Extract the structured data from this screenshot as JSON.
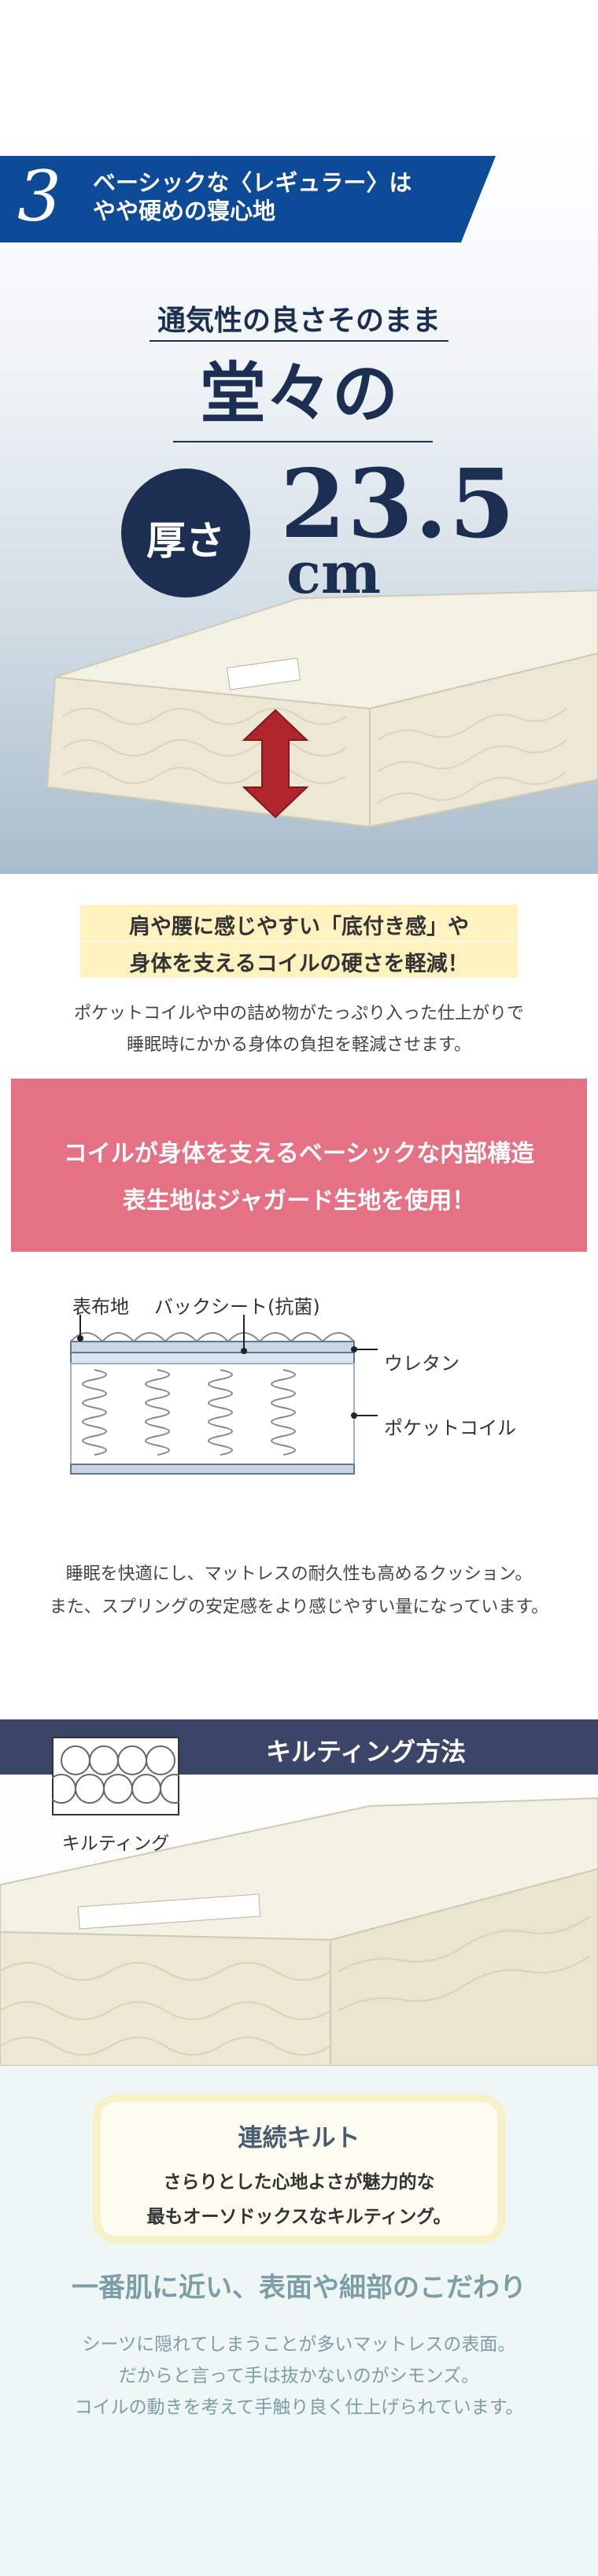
{
  "section1": {
    "number": "3",
    "title_line1": "ベーシックな〈レギュラー〉は",
    "title_line2": "やや硬めの寝心地",
    "subtitle": "通気性の良さそのまま",
    "headline": "堂々の",
    "thickness_label": "厚さ",
    "thickness_value": "23.5",
    "thickness_unit": "cm"
  },
  "section2": {
    "highlight_line1": "肩や腰に感じやすい「底付き感」や",
    "highlight_line2": "身体を支えるコイルの硬さを軽減！",
    "body_line1": "ポケットコイルや中の詰め物がたっぷり入った仕上がりで",
    "body_line2": "睡眠時にかかる身体の負担を軽減させます。"
  },
  "section3": {
    "banner_line1": "コイルが身体を支えるベーシックな内部構造",
    "banner_line2": "表生地はジャガード生地を使用！",
    "diagram": {
      "label_surface": "表布地",
      "label_back_sheet": "バックシート(抗菌)",
      "label_urethane": "ウレタン",
      "label_pocket_coil": "ポケットコイル"
    },
    "body_line1": "睡眠を快適にし、マットレスの耐久性も高めるクッション。",
    "body_line2": "また、スプリングの安定感をより感じやすい量になっています。"
  },
  "section4": {
    "band_title": "キルティング方法",
    "quilting_label": "キルティング",
    "card_title": "連続キルト",
    "card_line1": "さらりとした心地よさが魅力的な",
    "card_line2": "最もオーソドックスなキルティング。",
    "heading": "一番肌に近い、表面や細部のこだわり",
    "body_line1": "シーツに隠れてしまうことが多いマットレスの表面。",
    "body_line2": "だからと言って手は抜かないのがシモンズ。",
    "body_line3": "コイルの動きを考えて手触り良く仕上げられています。"
  },
  "colors": {
    "badge_blue": "#0d4a97",
    "navy_text": "#1c2f52",
    "arrow_red": "#b0262c",
    "highlight_yellow": "#fdf2c0",
    "banner_pink": "#e57184",
    "band_navy": "#3b4568",
    "mint_bg": "#eef6f6",
    "teal_text": "#7d9ea7"
  },
  "icons": {
    "thickness_arrow": "double-vertical-arrow-icon",
    "quilting_pattern": "quilting-pattern-icon"
  }
}
